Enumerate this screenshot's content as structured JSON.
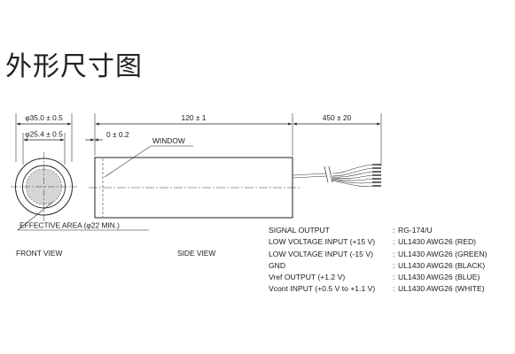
{
  "title": "外形尺寸图",
  "dimensions": {
    "outer_diameter": "φ35.0 ± 0.5",
    "inner_diameter": "φ25.4 ± 0.5",
    "body_length": "120 ± 1",
    "cable_length": "450 ± 20",
    "window_offset": "0 ± 0.2"
  },
  "labels": {
    "window": "WINDOW",
    "effective_area": "EFFECTIVE AREA (φ22 MIN.)",
    "front_view": "FRONT VIEW",
    "side_view": "SIDE VIEW"
  },
  "wiring": [
    {
      "signal": "SIGNAL OUTPUT",
      "sep": ":",
      "cable": "RG-174/U"
    },
    {
      "signal": "LOW VOLTAGE INPUT (+15 V)",
      "sep": ":",
      "cable": "UL1430 AWG26 (RED)"
    },
    {
      "signal": "LOW VOLTAGE INPUT (-15 V)",
      "sep": ":",
      "cable": "UL1430 AWG26 (GREEN)"
    },
    {
      "signal": "GND",
      "sep": ":",
      "cable": "UL1430 AWG26 (BLACK)"
    },
    {
      "signal": "Vref OUTPUT (+1.2 V)",
      "sep": ":",
      "cable": "UL1430 AWG26 (BLUE)"
    },
    {
      "signal": "Vcont INPUT (+0.5 V to +1.1 V)",
      "sep": ":",
      "cable": "UL1430 AWG26 (WHITE)"
    }
  ]
}
